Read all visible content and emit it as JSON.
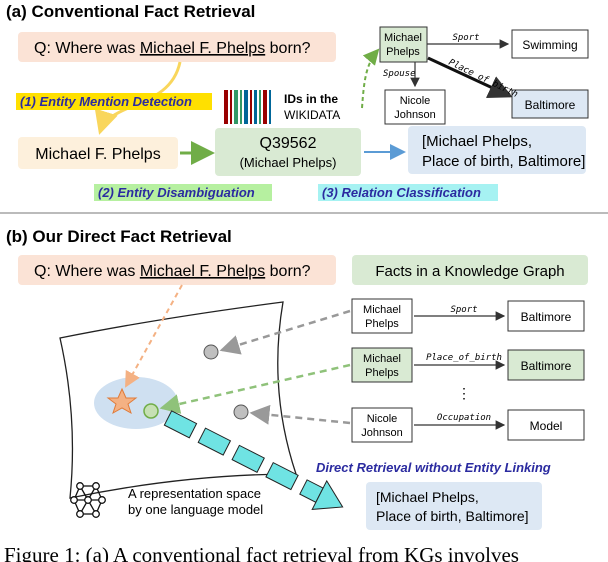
{
  "panel_a": {
    "title": "(a) Conventional Fact Retrieval",
    "question_prefix": "Q: Where was ",
    "question_entity": "Michael F. Phelps",
    "question_suffix": " born?",
    "step1_label": "(1) Entity Mention Detection",
    "mention": "Michael F. Phelps",
    "wikidata_line1": "IDs in the",
    "wikidata_line2": "WIKIDATA",
    "entity_id": "Q39562",
    "entity_name": "(Michael Phelps)",
    "step2_label": "(2) Entity Disambiguation",
    "step3_label": "(3) Relation Classification",
    "result_line1": "[Michael Phelps,",
    "result_line2": "Place of birth, Baltimore]",
    "graph": {
      "node_michael_1": "Michael",
      "node_michael_2": "Phelps",
      "node_swimming": "Swimming",
      "node_nicole_1": "Nicole",
      "node_nicole_2": "Johnson",
      "node_baltimore": "Baltimore",
      "edge_sport": "Sport",
      "edge_spouse": "Spouse",
      "edge_place": "Place_of_birth"
    }
  },
  "panel_b": {
    "title": "(b) Our Direct Fact Retrieval",
    "question_prefix": "Q: Where was ",
    "question_entity": "Michael F. Phelps",
    "question_suffix": " born?",
    "kg_header": "Facts in a Knowledge Graph",
    "facts": [
      {
        "head_1": "Michael",
        "head_2": "Phelps",
        "relation": "Sport",
        "tail": "Baltimore"
      },
      {
        "head_1": "Michael",
        "head_2": "Phelps",
        "relation": "Place_of_birth",
        "tail": "Baltimore"
      },
      {
        "head_1": "Nicole",
        "head_2": "Johnson",
        "relation": "Occupation",
        "tail": "Model"
      }
    ],
    "ellipsis": "⋮",
    "direct_label": "Direct Retrieval without Entity Linking",
    "space_line1": "A representation space",
    "space_line2": "by one language model",
    "result_line1": "[Michael Phelps,",
    "result_line2": "Place of birth, Baltimore]"
  },
  "caption": "Figure 1: (a) A conventional fact retrieval from KGs involves",
  "colors": {
    "question_bg": "#fbe3d6",
    "mention_bg": "#fdf0dc",
    "green_bg": "#d9ead3",
    "green_box": "#e2efd9",
    "blue_bg": "#dde8f4",
    "space_blob": "#cfe0f1",
    "yellow_label": "#ffe000",
    "green_label": "#b6f0a0",
    "cyan_label": "#a6f2f2",
    "cyan_arrow": "#6fe3e3",
    "orange": "#f4b183",
    "yellow_arrow": "#f9d65c",
    "green_arrow": "#70ad47",
    "blue_arrow": "#5b9bd5"
  }
}
